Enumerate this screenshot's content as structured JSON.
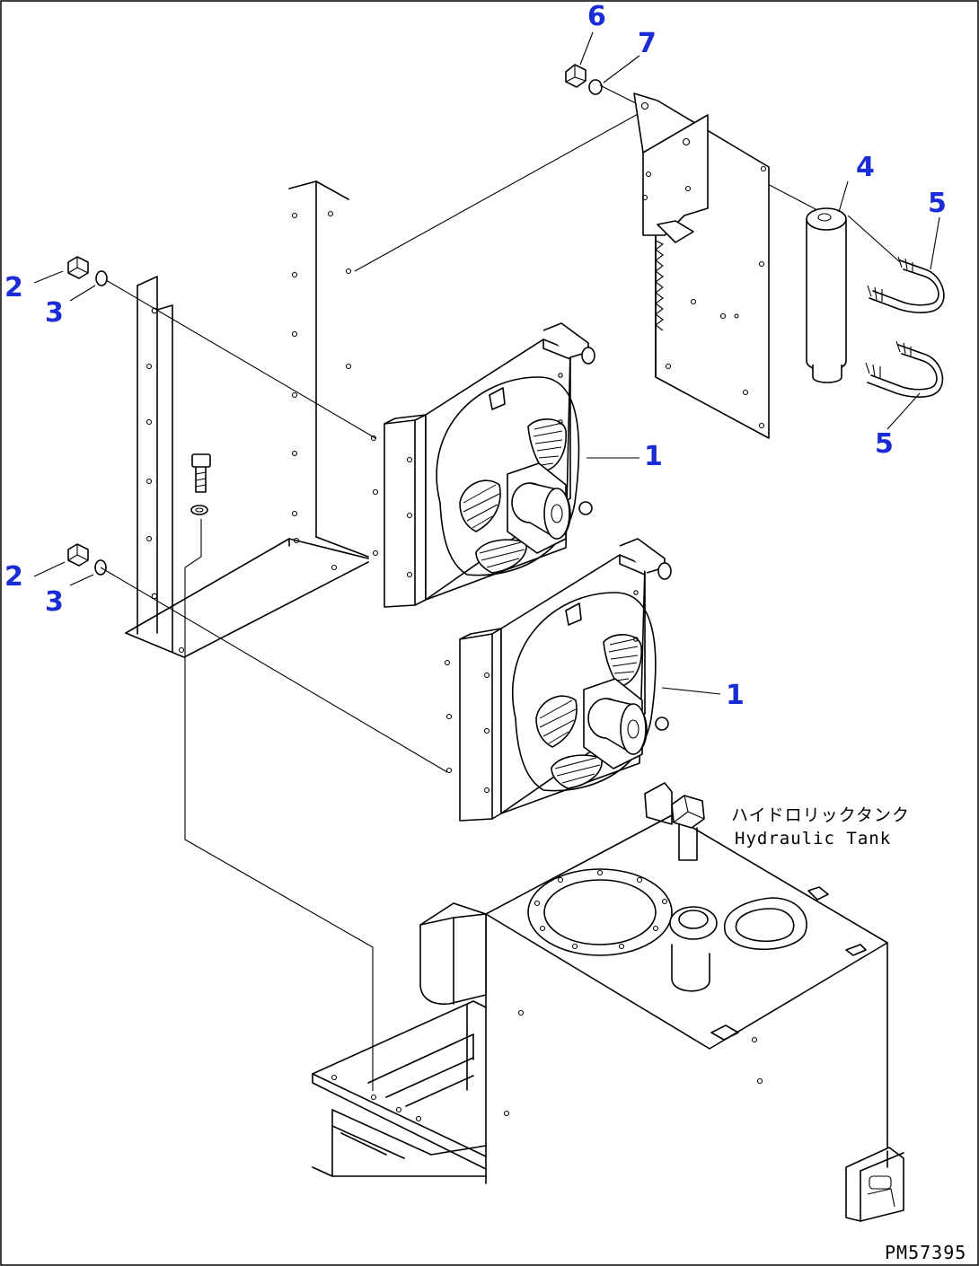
{
  "callouts": {
    "c1a": "1",
    "c1b": "1",
    "c2a": "2",
    "c2b": "2",
    "c3a": "3",
    "c3b": "3",
    "c4": "4",
    "c5a": "5",
    "c5b": "5",
    "c6": "6",
    "c7": "7"
  },
  "labels": {
    "tank_jp": "ハイドロリックタンク",
    "tank_en": "Hydraulic Tank",
    "drawing_code": "PM57395"
  },
  "colors": {
    "callout": "#1a2cd6",
    "line": "#000000",
    "background": "#ffffff"
  }
}
